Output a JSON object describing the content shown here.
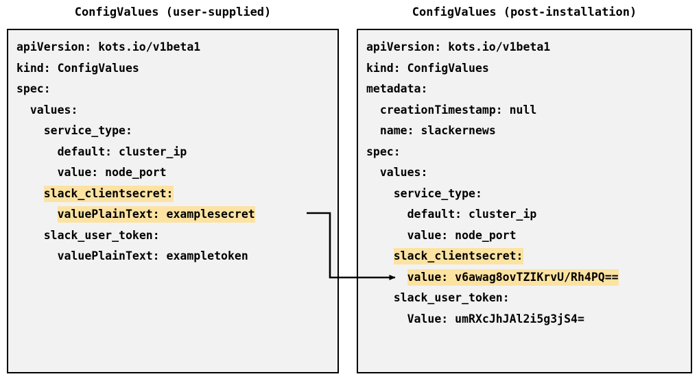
{
  "panels": [
    {
      "title": "ConfigValues (user-supplied)",
      "lines": [
        {
          "text": "apiVersion: kots.io/v1beta1",
          "highlight": false
        },
        {
          "text": "kind: ConfigValues",
          "highlight": false
        },
        {
          "text": "spec:",
          "highlight": false
        },
        {
          "text": "  values:",
          "highlight": false
        },
        {
          "text": "    service_type:",
          "highlight": false
        },
        {
          "text": "      default: cluster_ip",
          "highlight": false
        },
        {
          "text": "      value: node_port",
          "highlight": false
        },
        {
          "text": "    slack_clientsecret:",
          "highlight": true
        },
        {
          "text": "      valuePlainText: examplesecret",
          "highlight": true
        },
        {
          "text": "    slack_user_token:",
          "highlight": false
        },
        {
          "text": "      valuePlainText: exampletoken",
          "highlight": false
        }
      ]
    },
    {
      "title": "ConfigValues (post-installation)",
      "lines": [
        {
          "text": "apiVersion: kots.io/v1beta1",
          "highlight": false
        },
        {
          "text": "kind: ConfigValues",
          "highlight": false
        },
        {
          "text": "metadata:",
          "highlight": false
        },
        {
          "text": "  creationTimestamp: null",
          "highlight": false
        },
        {
          "text": "  name: slackernews",
          "highlight": false
        },
        {
          "text": "spec:",
          "highlight": false
        },
        {
          "text": "  values:",
          "highlight": false
        },
        {
          "text": "    service_type:",
          "highlight": false
        },
        {
          "text": "      default: cluster_ip",
          "highlight": false
        },
        {
          "text": "      value: node_port",
          "highlight": false
        },
        {
          "text": "    slack_clientsecret:",
          "highlight": true
        },
        {
          "text": "      value: v6awag8ovTZIKrvU/Rh4PQ==",
          "highlight": true
        },
        {
          "text": "    slack_user_token:",
          "highlight": false
        },
        {
          "text": "      Value: umRXcJhJAl2i5g3jS4=",
          "highlight": false
        }
      ]
    }
  ],
  "connector": {
    "name": "mapping-arrow",
    "description": "arrow from user-supplied valuePlainText to post-installation encoded value"
  },
  "colors": {
    "highlight": "#fce3a2",
    "panel_background": "#f2f2f2",
    "border": "#000000",
    "text": "#000000",
    "page_background": "#ffffff"
  }
}
